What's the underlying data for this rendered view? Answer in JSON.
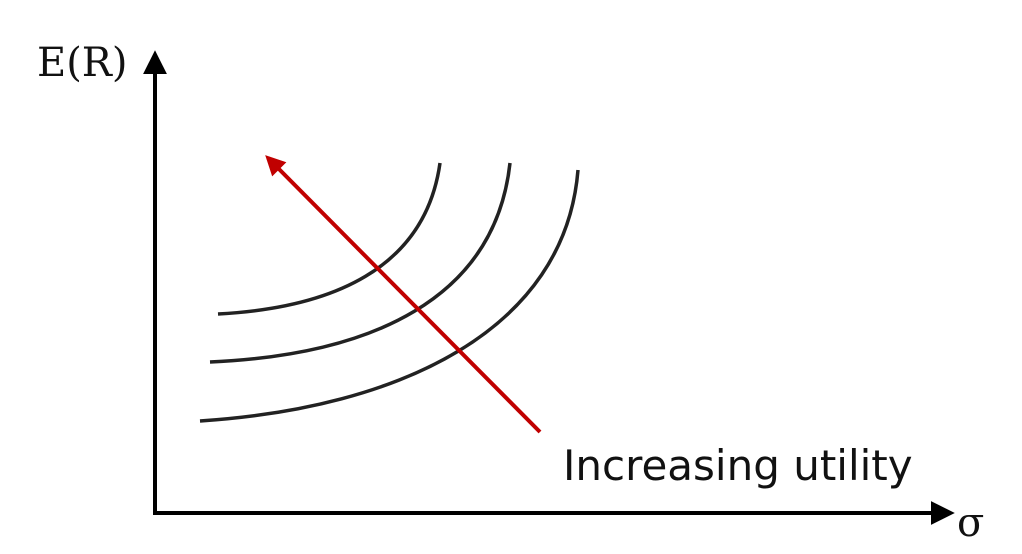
{
  "diagram": {
    "y_axis_label": "E(R)",
    "x_axis_label": "σ",
    "annotation": "Increasing utility",
    "curve_count": 3,
    "colors": {
      "axes": "#000000",
      "curves": "#222222",
      "arrow": "#c00000",
      "text": "#111111"
    }
  }
}
